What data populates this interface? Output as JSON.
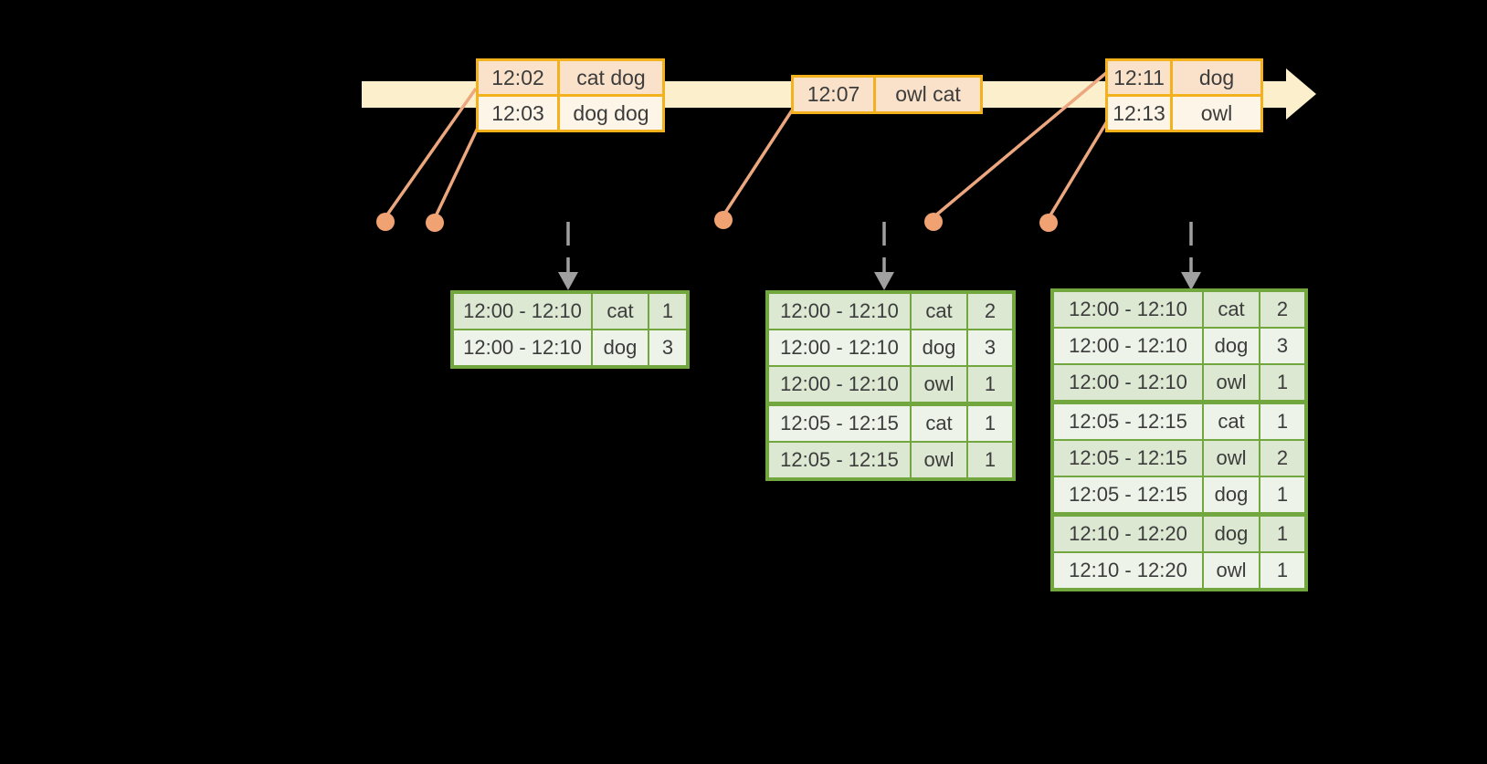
{
  "diagram": {
    "description": "Streaming windowed word-count timeline: events on a time arrow are grouped into 10-minute windows (sliding every 5 minutes) and counted into result tables at each trigger",
    "colors": {
      "background": "#000000",
      "timeline_band": "#FBF0CB",
      "event_table_border": "#F2B11D",
      "event_row_dark": "#FAE2CA",
      "event_row_light": "#FDF5E7",
      "connector_line": "#ECA77F",
      "event_dot": "#F1A272",
      "trigger_arrow": "#A0A0A0",
      "result_table_border": "#72A63F",
      "result_row_dark": "#DCE8D2",
      "result_row_light": "#EEF3EA",
      "text": "#3C3C3C"
    },
    "event_tables": [
      {
        "rows": [
          {
            "time": "12:02",
            "words": "cat dog"
          },
          {
            "time": "12:03",
            "words": "dog dog"
          }
        ]
      },
      {
        "rows": [
          {
            "time": "12:07",
            "words": "owl cat"
          }
        ]
      },
      {
        "rows": [
          {
            "time": "12:11",
            "words": "dog"
          },
          {
            "time": "12:13",
            "words": "owl"
          }
        ]
      }
    ],
    "result_tables": [
      {
        "rows": [
          [
            "12:00 - 12:10",
            "cat",
            "1"
          ],
          [
            "12:00 - 12:10",
            "dog",
            "3"
          ]
        ]
      },
      {
        "rows": [
          [
            "12:00 - 12:10",
            "cat",
            "2"
          ],
          [
            "12:00 - 12:10",
            "dog",
            "3"
          ],
          [
            "12:00 - 12:10",
            "owl",
            "1"
          ],
          [
            "12:05 - 12:15",
            "cat",
            "1"
          ],
          [
            "12:05 - 12:15",
            "owl",
            "1"
          ]
        ]
      },
      {
        "rows": [
          [
            "12:00 - 12:10",
            "cat",
            "2"
          ],
          [
            "12:00 - 12:10",
            "dog",
            "3"
          ],
          [
            "12:00 - 12:10",
            "owl",
            "1"
          ],
          [
            "12:05 - 12:15",
            "cat",
            "1"
          ],
          [
            "12:05 - 12:15",
            "owl",
            "2"
          ],
          [
            "12:05 - 12:15",
            "dog",
            "1"
          ],
          [
            "12:10 - 12:20",
            "dog",
            "1"
          ],
          [
            "12:10 - 12:20",
            "owl",
            "1"
          ]
        ]
      }
    ],
    "icons": [
      "timeline-arrow-icon",
      "event-dot",
      "trigger-arrow-icon"
    ]
  }
}
